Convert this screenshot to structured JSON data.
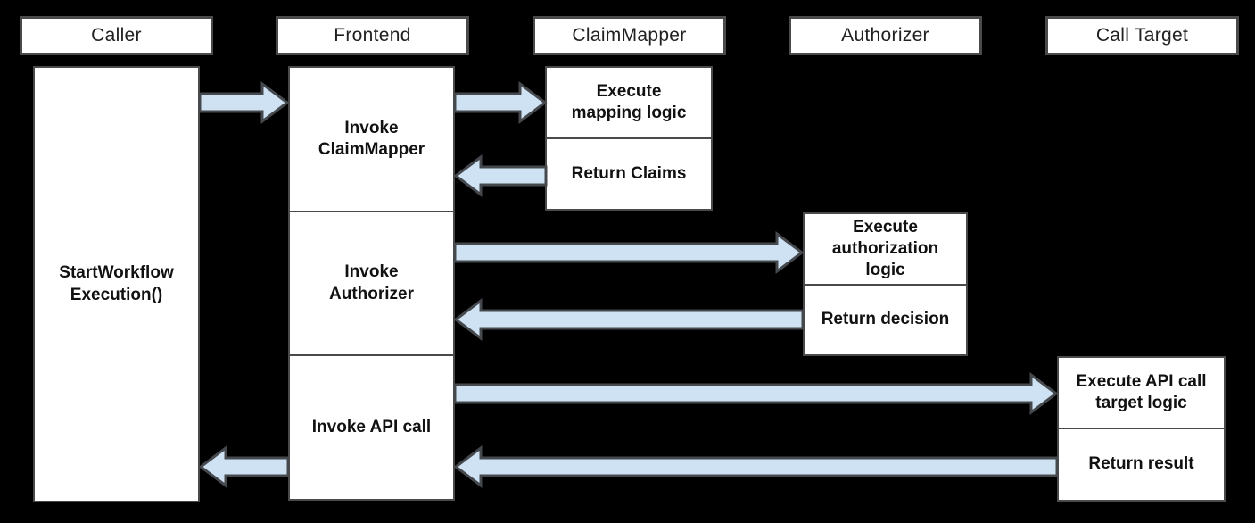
{
  "colors": {
    "background": "#000000",
    "box_fill": "#ffffff",
    "box_border": "#4a4a4a",
    "arrow_fill": "#cfe2f3",
    "arrow_border": "#45494d",
    "header_text": "#212121",
    "label_text": "#111111"
  },
  "lanes": [
    {
      "label": "Caller"
    },
    {
      "label": "Frontend"
    },
    {
      "label": "ClaimMapper"
    },
    {
      "label": "Authorizer"
    },
    {
      "label": "Call Target"
    }
  ],
  "boxes": {
    "caller_activity": {
      "label": "StartWorkflow\nExecution()"
    },
    "frontend": [
      {
        "label": "Invoke\nClaimMapper"
      },
      {
        "label": "Invoke\nAuthorizer"
      },
      {
        "label": "Invoke API call"
      }
    ],
    "claim_mapper": [
      {
        "label": "Execute\nmapping logic"
      },
      {
        "label": "Return Claims"
      }
    ],
    "authorizer": [
      {
        "label": "Execute\nauthorization\nlogic"
      },
      {
        "label": "Return decision"
      }
    ],
    "call_target": [
      {
        "label": "Execute API call\ntarget logic"
      },
      {
        "label": "Return result"
      }
    ]
  },
  "arrows": [
    {
      "name": "caller-to-frontend",
      "direction": "right"
    },
    {
      "name": "frontend-to-claimmapper",
      "direction": "right"
    },
    {
      "name": "claimmapper-return-to-frontend",
      "direction": "left"
    },
    {
      "name": "frontend-to-authorizer",
      "direction": "right"
    },
    {
      "name": "authorizer-return-to-frontend",
      "direction": "left"
    },
    {
      "name": "frontend-to-calltarget",
      "direction": "right"
    },
    {
      "name": "calltarget-return-to-frontend",
      "direction": "left"
    },
    {
      "name": "frontend-return-to-caller",
      "direction": "left"
    }
  ]
}
